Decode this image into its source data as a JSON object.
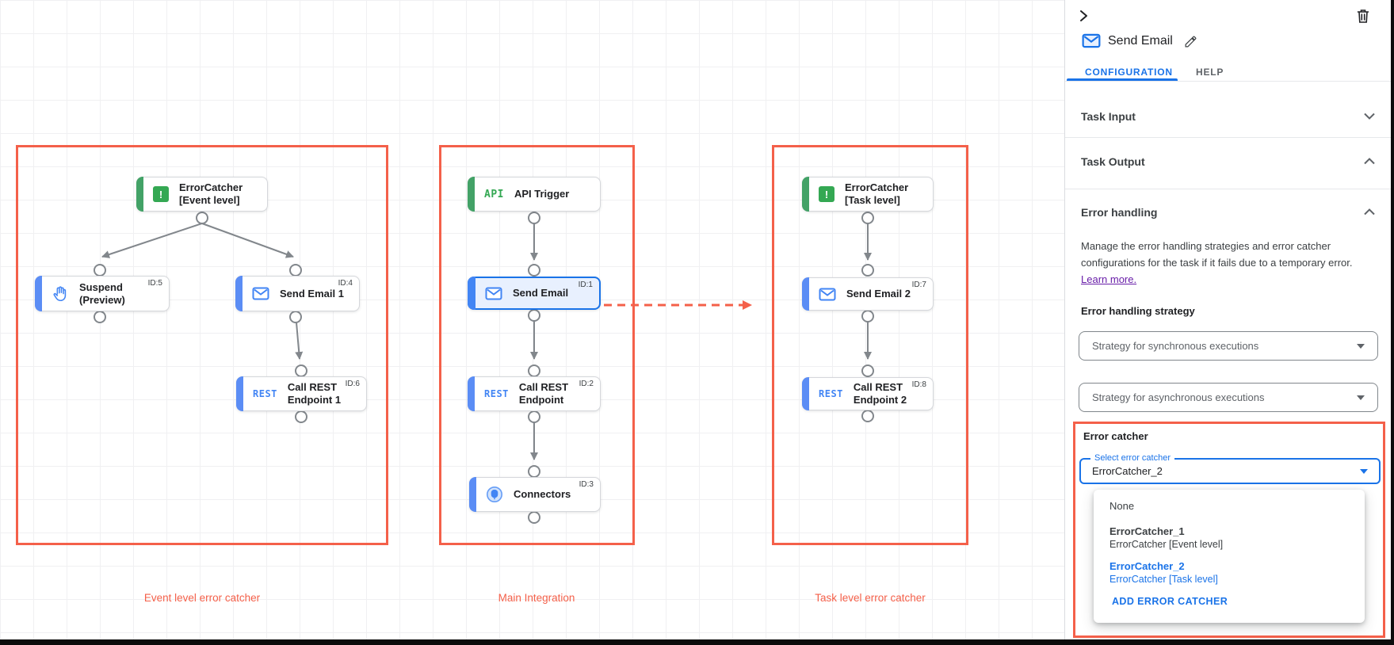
{
  "colors": {
    "accent_red": "#f4604a",
    "dot_red": "#c5221f",
    "green": "#34a853",
    "blue": "#4285f4",
    "link_blue": "#1a73e8",
    "purple": "#681da8"
  },
  "canvas": {
    "groups": [
      {
        "caption": "Event level error catcher"
      },
      {
        "caption": "Main Integration"
      },
      {
        "caption": "Task level error catcher"
      }
    ],
    "nodes": {
      "error_catcher_event": {
        "label": "ErrorCatcher\n[Event level]",
        "icon_text": "!"
      },
      "suspend": {
        "label": "Suspend\n(Preview)",
        "id": "ID:5"
      },
      "send_email_1": {
        "label": "Send Email 1",
        "id": "ID:4"
      },
      "call_rest_1": {
        "label": "Call REST\nEndpoint 1",
        "id": "ID:6",
        "icon_text": "REST"
      },
      "api_trigger": {
        "label": "API Trigger",
        "icon_text": "API"
      },
      "send_email": {
        "label": "Send Email",
        "id": "ID:1"
      },
      "call_rest": {
        "label": "Call REST\nEndpoint",
        "id": "ID:2",
        "icon_text": "REST"
      },
      "connectors": {
        "label": "Connectors",
        "id": "ID:3"
      },
      "error_catcher_task": {
        "label": "ErrorCatcher\n[Task level]",
        "icon_text": "!"
      },
      "send_email_2": {
        "label": "Send Email 2",
        "id": "ID:7"
      },
      "call_rest_2": {
        "label": "Call REST\nEndpoint 2",
        "id": "ID:8",
        "icon_text": "REST"
      }
    }
  },
  "panel": {
    "title": "Send Email",
    "tabs": [
      {
        "label": "CONFIGURATION"
      },
      {
        "label": "HELP"
      }
    ],
    "sections": {
      "task_input": "Task Input",
      "task_output": "Task Output",
      "error_handling": "Error handling"
    },
    "error_handling": {
      "description": "Manage the error handling strategies and error catcher configurations for the task if it fails due to a temporary error.",
      "learn_more": "Learn more.",
      "strategy_label": "Error handling strategy",
      "sync_dropdown": "Strategy for synchronous executions",
      "async_dropdown": "Strategy for asynchronous executions",
      "error_catcher_label": "Error catcher",
      "select_label": "Select error catcher",
      "select_value": "ErrorCatcher_2",
      "menu": {
        "items": [
          {
            "title": "None",
            "subtitle": ""
          },
          {
            "title": "ErrorCatcher_1",
            "subtitle": "ErrorCatcher [Event level]"
          },
          {
            "title": "ErrorCatcher_2",
            "subtitle": "ErrorCatcher [Task level]"
          }
        ],
        "action": "ADD ERROR CATCHER"
      }
    }
  }
}
